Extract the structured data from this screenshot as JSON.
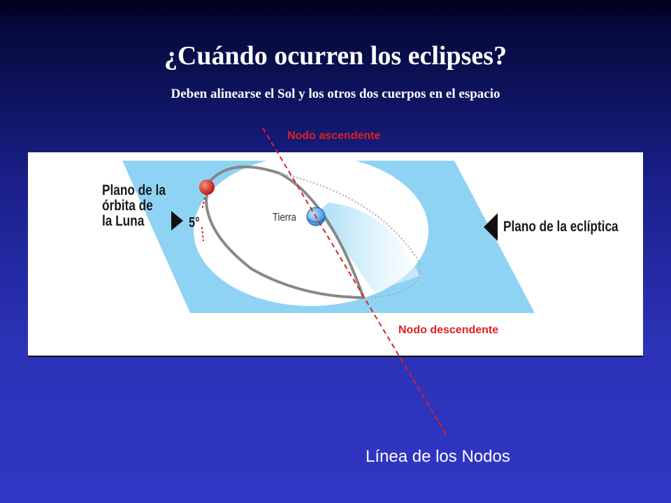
{
  "slide": {
    "title": "¿Cuándo ocurren los eclipses?",
    "subtitle": "Deben alinearse el Sol y los otros dos cuerpos en el espacio"
  },
  "diagram": {
    "moon_orbit_plane_label": "Plano de la\nórbita de\nla Luna",
    "ecliptic_plane_label": "Plano de la eclíptica",
    "earth_label": "Tierra",
    "angle_label": "5°",
    "ascending_node_label": "Nodo ascendente",
    "descending_node_label": "Nodo descendente",
    "line_of_nodes_label": "Línea de los Nodos"
  },
  "colors": {
    "plane_fill": "#8fd3f4",
    "node_line": "#e0201e",
    "moon": "#d42020",
    "earth": "#4aa8e8",
    "orbit": "#888888"
  }
}
